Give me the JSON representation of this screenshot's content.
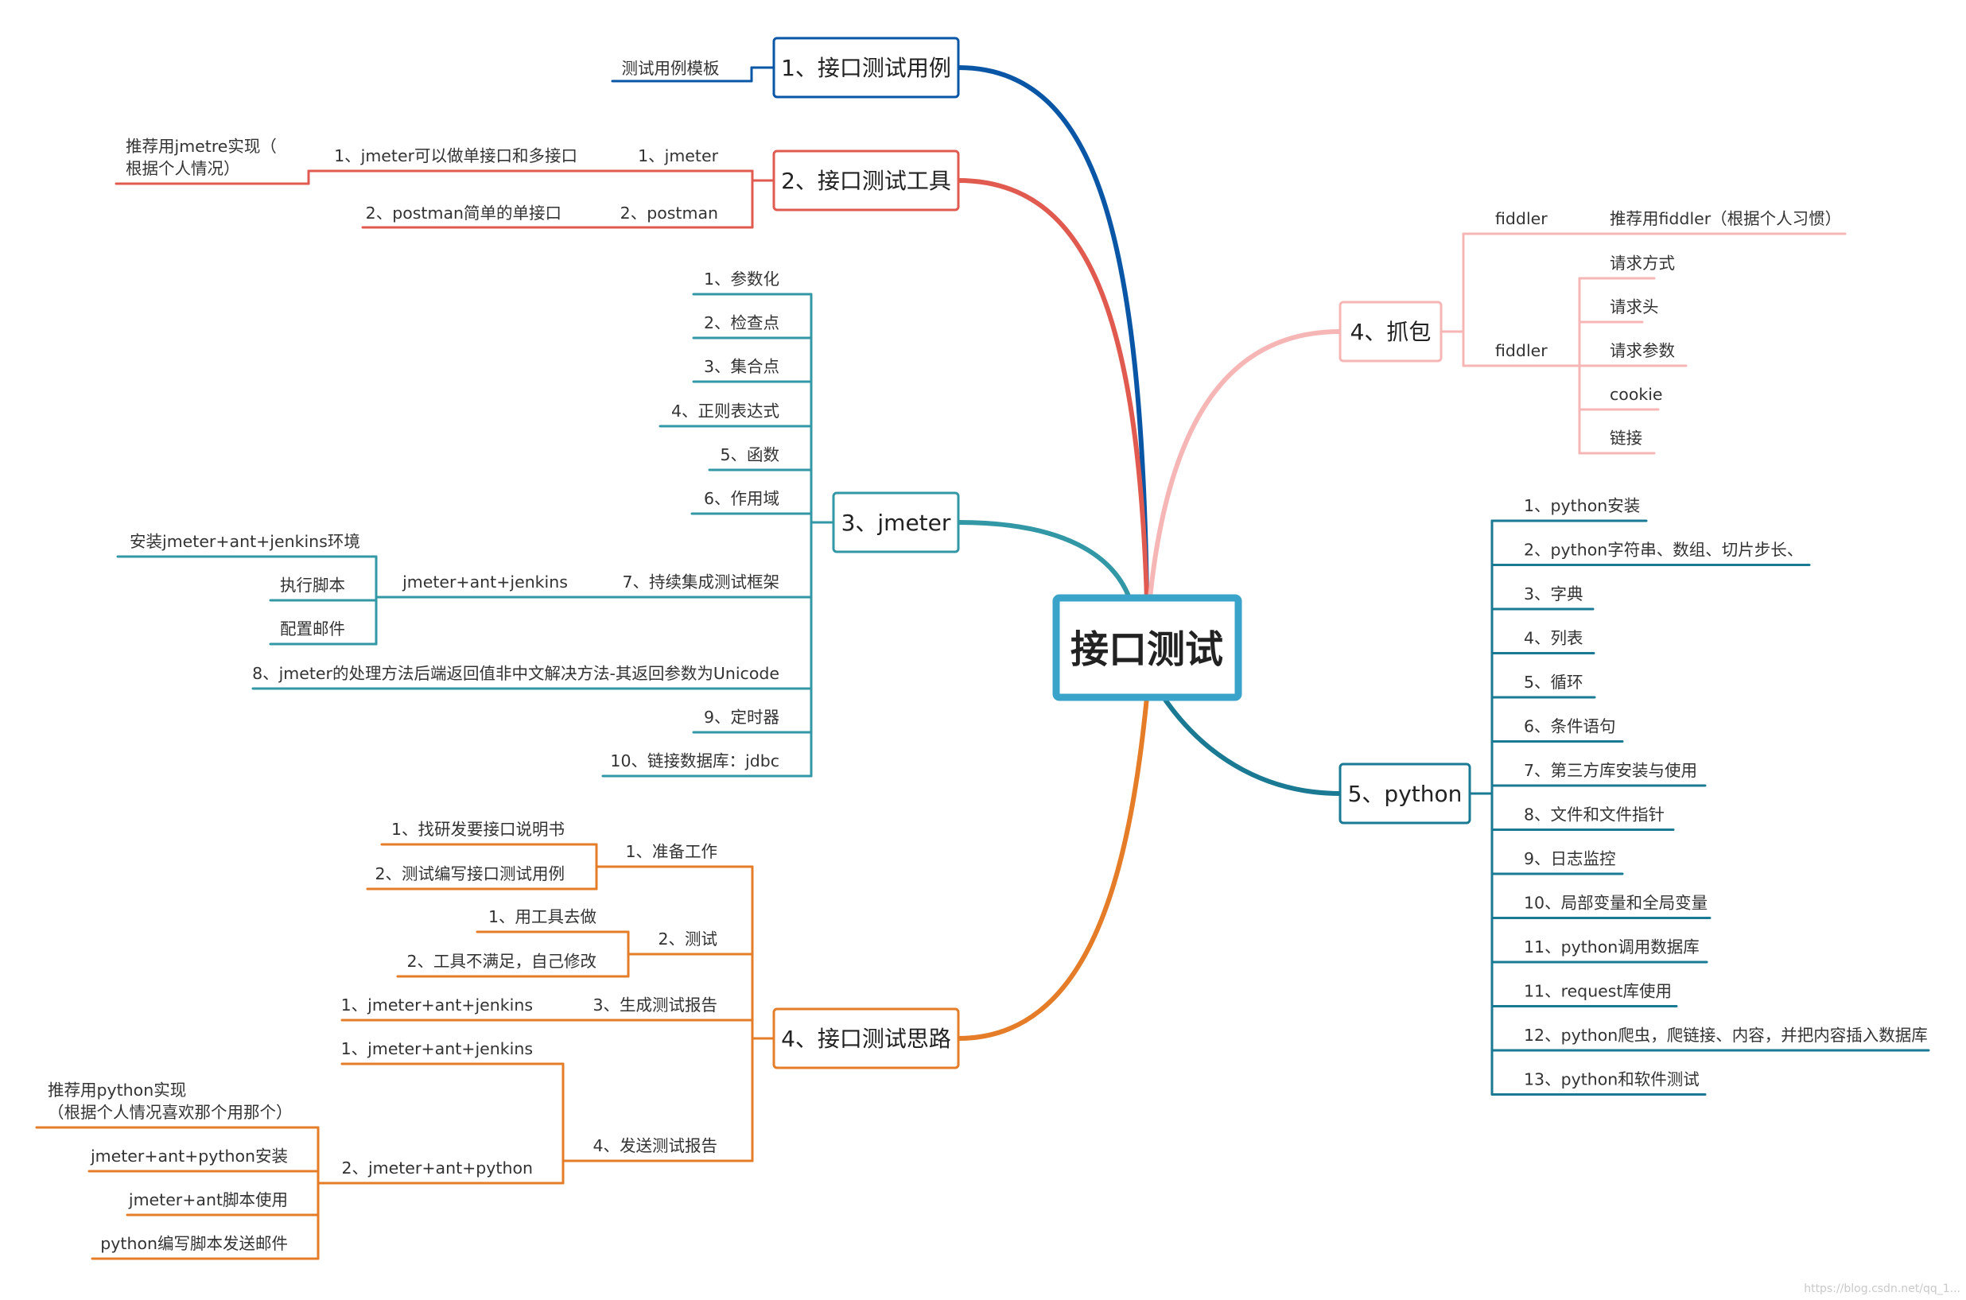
{
  "root": "接口测试",
  "watermark": "https://blog.csdn.net/qq_1...",
  "colors": {
    "b1": "#0a56a6",
    "b2": "#e05a4f",
    "b3": "#3398a5",
    "b4": "#e57c28",
    "r1": "#f7b6b6",
    "r2": "#1a7a93"
  },
  "branches": {
    "b1": {
      "title": "1、接口测试用例",
      "children": [
        "测试用例模板"
      ]
    },
    "b2": {
      "title": "2、接口测试工具",
      "jmeter": "1、jmeter",
      "jmeter_child": "1、jmeter可以做单接口和多接口",
      "jmeter_rec": [
        "推荐用jmetre实现（",
        "根据个人情况）"
      ],
      "postman": "2、postman",
      "postman_child": "2、postman简单的单接口"
    },
    "b3": {
      "title": "3、jmeter",
      "items": [
        "1、参数化",
        "2、检查点",
        "3、集合点",
        "4、正则表达式",
        "5、函数",
        "6、作用域",
        "7、持续集成测试框架",
        "8、jmeter的处理方法后端返回值非中文解决方法-其返回参数为Unicode",
        "9、定时器",
        "10、链接数据库：jdbc"
      ],
      "ci_mid": "jmeter+ant+jenkins",
      "ci_children": [
        "安装jmeter+ant+jenkins环境",
        "执行脚本",
        "配置邮件"
      ]
    },
    "b4": {
      "title": "4、接口测试思路",
      "prep": "1、准备工作",
      "prep_children": [
        "1、找研发要接口说明书",
        "2、测试编写接口测试用例"
      ],
      "test": "2、测试",
      "test_children": [
        "1、用工具去做",
        "2、工具不满足，自己修改"
      ],
      "report": "3、生成测试报告",
      "report_child": "1、jmeter+ant+jenkins",
      "send": "4、发送测试报告",
      "send_c1": "1、jmeter+ant+jenkins",
      "send_c2": "2、jmeter+ant+python",
      "send_c2_children": [
        [
          "推荐用python实现",
          "（根据个人情况喜欢那个用那个）"
        ],
        [
          "jmeter+ant+python安装"
        ],
        [
          "jmeter+ant脚本使用"
        ],
        [
          "python编写脚本发送邮件"
        ]
      ]
    },
    "r1": {
      "title": "4、抓包",
      "f1": "fiddler",
      "f1_child": "推荐用fiddler（根据个人习惯）",
      "f2": "fiddler",
      "f2_children": [
        "请求方式",
        "请求头",
        "请求参数",
        "cookie",
        "链接"
      ]
    },
    "r2": {
      "title": "5、python",
      "items": [
        "1、python安装",
        "2、python字符串、数组、切片步长、",
        "3、字典",
        "4、列表",
        "5、循环",
        "6、条件语句",
        "7、第三方库安装与使用",
        "8、文件和文件指针",
        "9、日志监控",
        "10、局部变量和全局变量",
        "11、python调用数据库",
        "11、request库使用",
        "12、python爬虫，爬链接、内容，并把内容插入数据库",
        "13、python和软件测试"
      ]
    }
  }
}
